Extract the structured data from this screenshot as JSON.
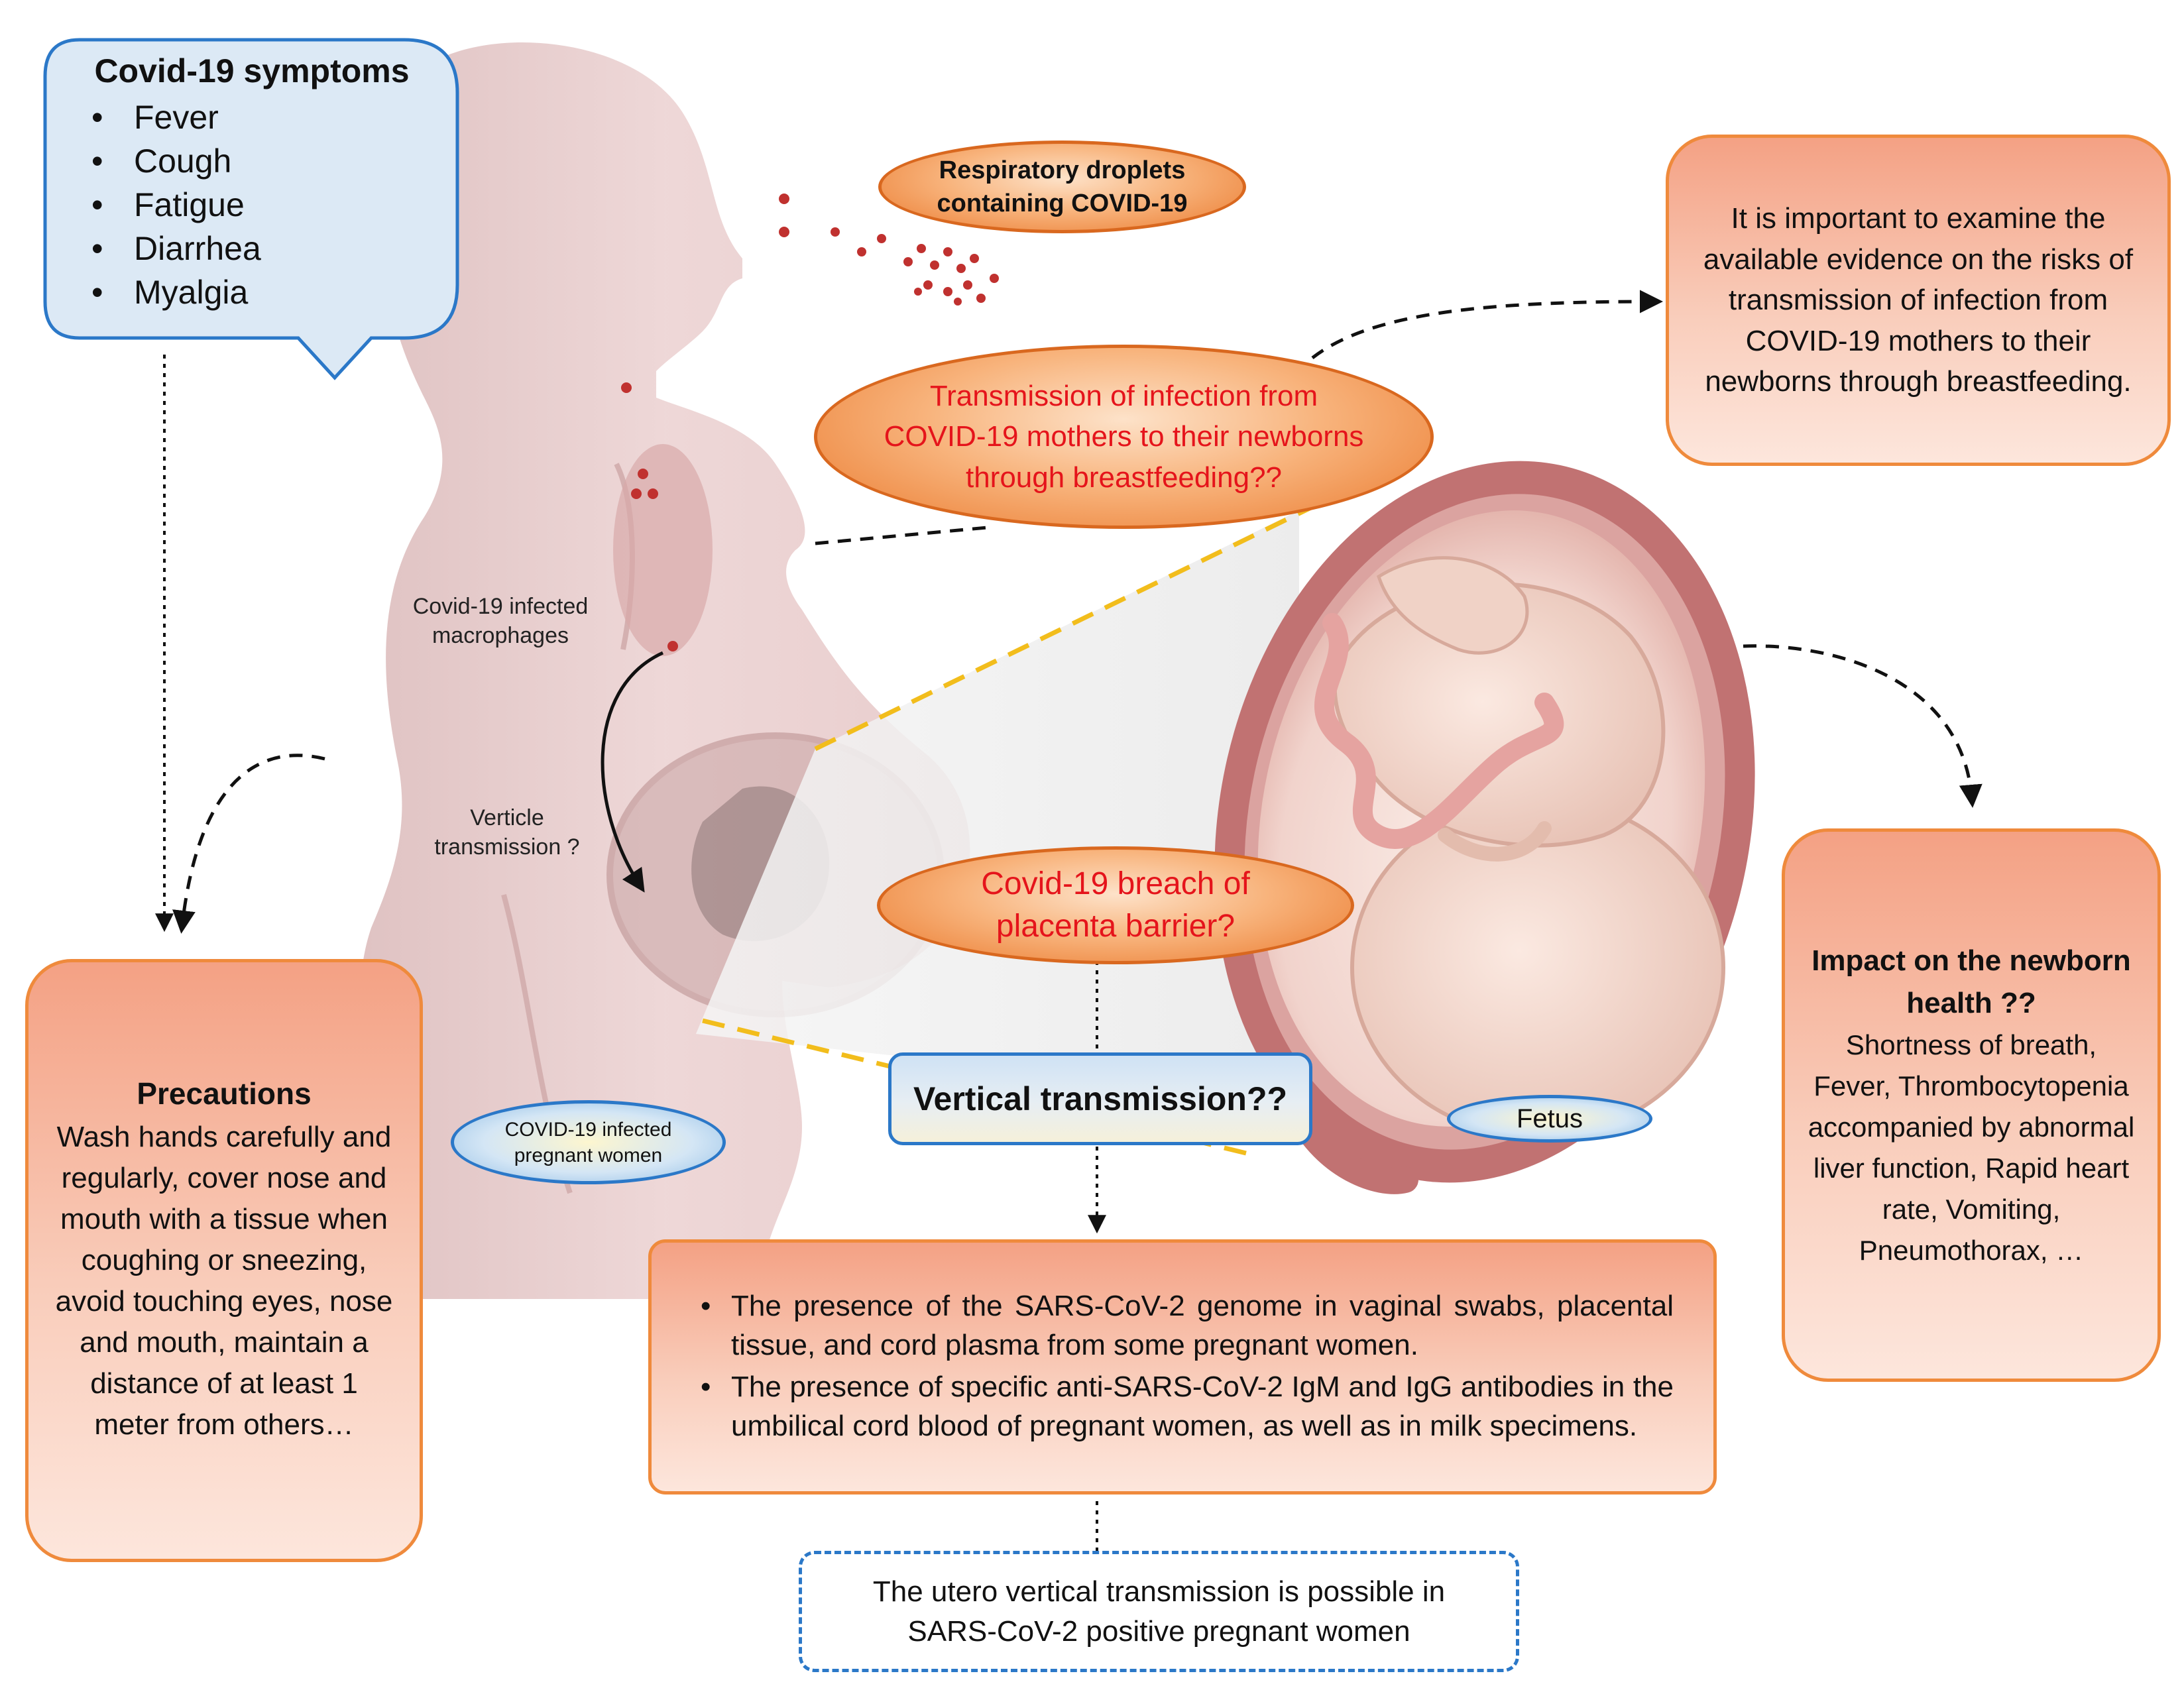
{
  "symptoms": {
    "title": "Covid-19 symptoms",
    "items": [
      "Fever",
      "Cough",
      "Fatigue",
      "Diarrhea",
      "Myalgia"
    ]
  },
  "droplets_label": "Respiratory droplets containing COVID-19",
  "breastfeeding_question": "Transmission of infection from COVID-19 mothers to their newborns through breastfeeding??",
  "evidence_note": "It is important to examine the available evidence on the risks of transmission of infection from COVID-19 mothers to their newborns through breastfeeding.",
  "macrophages_label": "Covid-19 infected macrophages",
  "verticle_label": "Verticle transmission ?",
  "placenta_question": "Covid-19 breach of placenta barrier?",
  "vertical_transmission": "Vertical transmission??",
  "fetus_label": "Fetus",
  "infected_women_label": "COVID-19 infected pregnant women",
  "precautions": {
    "title": "Precautions",
    "text": "Wash hands carefully and regularly, cover nose and mouth with a tissue when coughing or sneezing, avoid touching eyes, nose and mouth, maintain a distance of at least 1 meter from others…"
  },
  "impact": {
    "title": "Impact on the newborn health ??",
    "text": "Shortness of breath, Fever, Thrombocytopenia accompanied by abnormal liver function, Rapid heart rate, Vomiting, Pneumothorax, …"
  },
  "findings": [
    "The presence of the SARS-CoV-2 genome in vaginal swabs, placental tissue, and cord plasma from some pregnant women.",
    "The presence of specific anti-SARS-CoV-2 IgM and IgG antibodies in the umbilical cord blood of pregnant women, as well as in milk specimens."
  ],
  "conclusion": "The utero vertical transmission is possible in SARS-CoV-2 positive pregnant women",
  "colors": {
    "orange_border": "#ef8a3c",
    "red_text": "#e5141b",
    "blue_border": "#2b78c8",
    "body_pink": "#e9cdcd",
    "uterus_wall": "#b86b6b"
  }
}
